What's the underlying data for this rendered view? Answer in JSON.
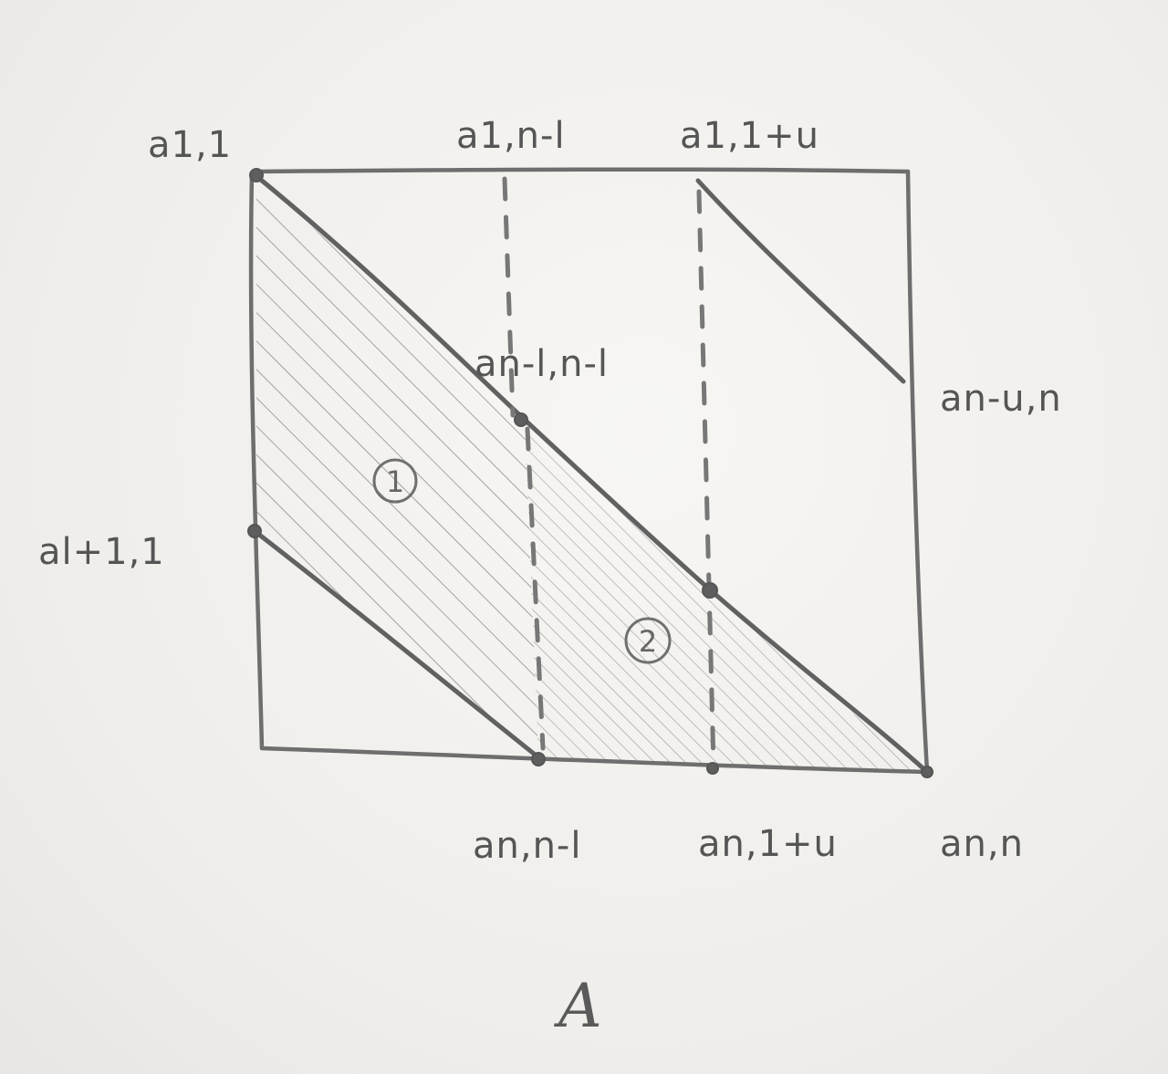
{
  "labels": {
    "a11": "a1,1",
    "a1_nl": "a1,n-l",
    "a1_1u": "a1,1+u",
    "anl_nl": "an-l,n-l",
    "anu_n": "an-u,n",
    "al1_1": "al+1,1",
    "an_nl": "an,n-l",
    "an_1u": "an,1+u",
    "ann": "an,n",
    "matrix": "A"
  },
  "regions": {
    "region1": "1",
    "region2": "2"
  },
  "colors": {
    "pencil": "#6a6a6a",
    "hatch": "#9a9a9a"
  }
}
